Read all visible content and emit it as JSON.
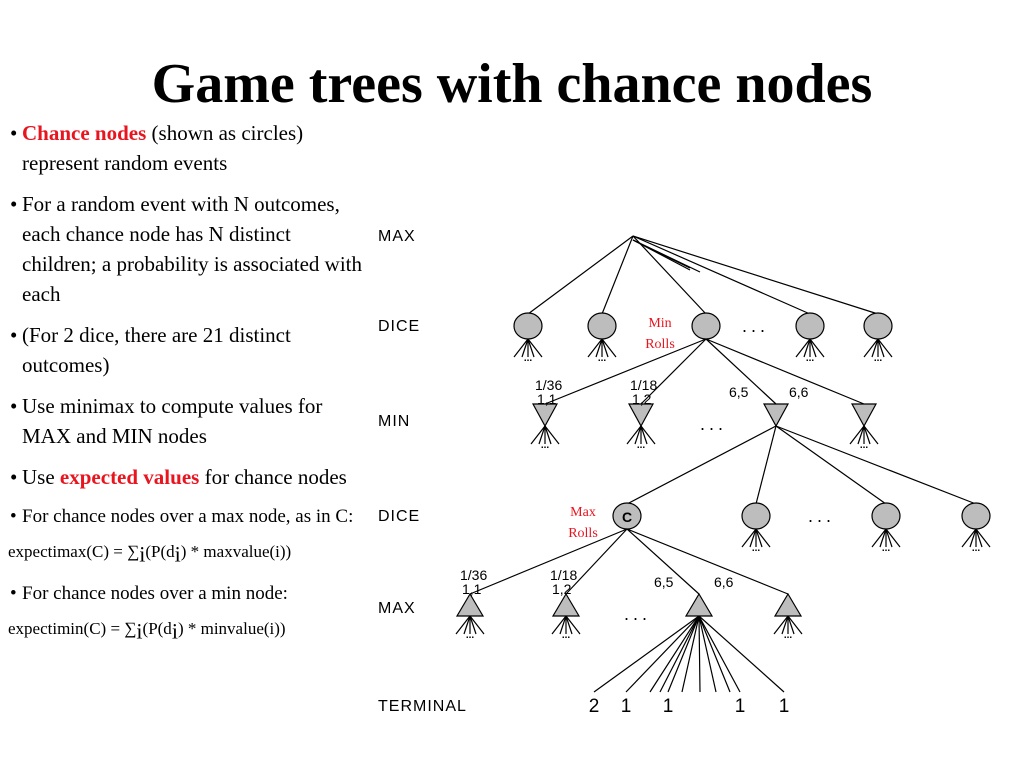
{
  "title": "Game trees with chance nodes",
  "bullets": [
    {
      "highlight": "Chance nodes",
      "text": " (shown as circles) represent random events"
    },
    {
      "text": "For a random event with N outcomes, each chance node has N distinct children; a probability is associated with each"
    },
    {
      "text": "(For 2 dice, there are 21 distinct outcomes)"
    },
    {
      "text": "Use minimax to compute values for MAX and MIN nodes"
    },
    {
      "pre": "Use ",
      "highlight": "expected values",
      "post": " for chance nodes"
    },
    {
      "text": "For chance nodes over a max node, as in C:"
    },
    {
      "text": "For chance nodes over a min node:"
    }
  ],
  "formulas": {
    "max": {
      "pre": "expectimax(C) = ",
      "sum": "∑",
      "i": "i",
      "mid": "(P(d",
      "post": ") * maxvalue(i))"
    },
    "min": {
      "pre": "expectimin(C) = ",
      "sum": "∑",
      "i": "i",
      "mid": "(P(d",
      "post": ") * minvalue(i))"
    }
  },
  "diagram": {
    "levels": [
      "MAX",
      "DICE",
      "MIN",
      "DICE",
      "MAX",
      "TERMINAL"
    ],
    "min_rolls": [
      "Min",
      "Rolls"
    ],
    "max_rolls": [
      "Max",
      "Rolls"
    ],
    "chance_label": "C",
    "ellipsis": "...",
    "leg": "...",
    "probs_upper": [
      {
        "p": "1/36",
        "d": "1,1"
      },
      {
        "p": "1/18",
        "d": "1,2"
      },
      {
        "p": "6,5",
        "d": ""
      },
      {
        "p": "6,6",
        "d": ""
      }
    ],
    "probs_lower": [
      {
        "p": "1/36",
        "d": "1,1"
      },
      {
        "p": "1/18",
        "d": "1,2"
      },
      {
        "p": "6,5",
        "d": ""
      },
      {
        "p": "6,6",
        "d": ""
      }
    ],
    "terminal_values": [
      "2",
      "1",
      "1",
      "1",
      "1"
    ]
  }
}
